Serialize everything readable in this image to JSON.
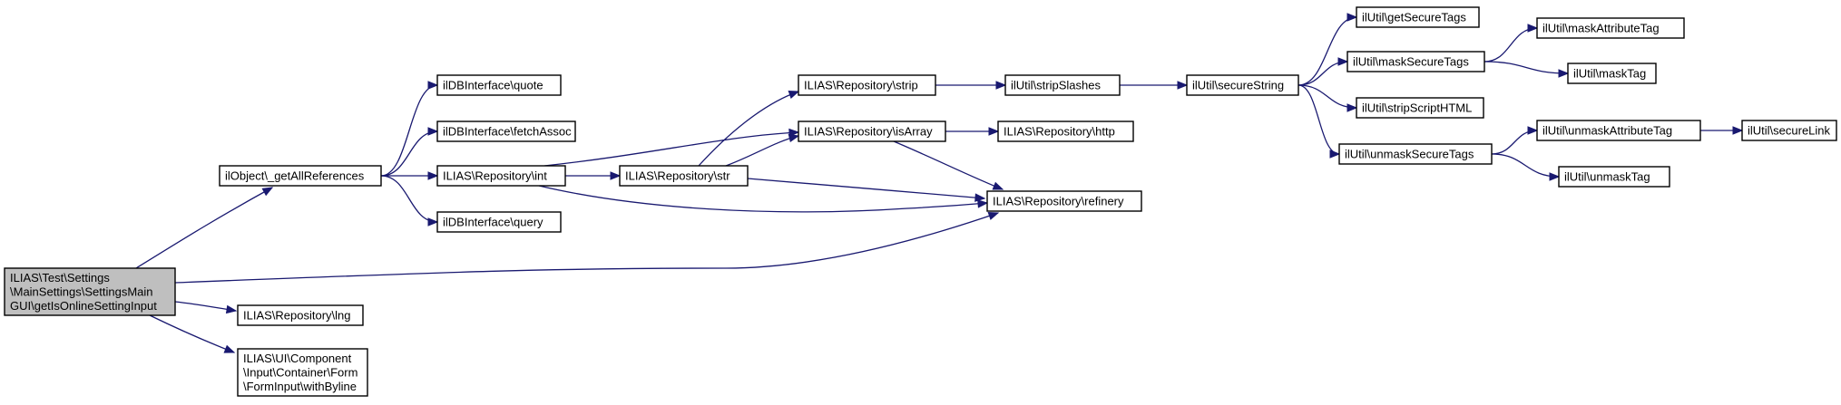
{
  "diagram": {
    "nodes": [
      {
        "id": "root",
        "lines": [
          "ILIAS\\Test\\Settings",
          "\\MainSettings\\SettingsMain",
          "GUI\\getIsOnlineSettingInput"
        ],
        "root": true
      },
      {
        "id": "getAllReferences",
        "lines": [
          "ilObject\\_getAllReferences"
        ]
      },
      {
        "id": "lng",
        "lines": [
          "ILIAS\\Repository\\lng"
        ]
      },
      {
        "id": "withByline",
        "lines": [
          "ILIAS\\UI\\Component",
          "\\Input\\Container\\Form",
          "\\FormInput\\withByline"
        ]
      },
      {
        "id": "quote",
        "lines": [
          "ilDBInterface\\quote"
        ]
      },
      {
        "id": "fetchAssoc",
        "lines": [
          "ilDBInterface\\fetchAssoc"
        ]
      },
      {
        "id": "int",
        "lines": [
          "ILIAS\\Repository\\int"
        ]
      },
      {
        "id": "query",
        "lines": [
          "ilDBInterface\\query"
        ]
      },
      {
        "id": "str",
        "lines": [
          "ILIAS\\Repository\\str"
        ]
      },
      {
        "id": "strip",
        "lines": [
          "ILIAS\\Repository\\strip"
        ]
      },
      {
        "id": "isArray",
        "lines": [
          "ILIAS\\Repository\\isArray"
        ]
      },
      {
        "id": "refinery",
        "lines": [
          "ILIAS\\Repository\\refinery"
        ]
      },
      {
        "id": "http",
        "lines": [
          "ILIAS\\Repository\\http"
        ]
      },
      {
        "id": "stripSlashes",
        "lines": [
          "ilUtil\\stripSlashes"
        ]
      },
      {
        "id": "secureString",
        "lines": [
          "ilUtil\\secureString"
        ]
      },
      {
        "id": "getSecureTags",
        "lines": [
          "ilUtil\\getSecureTags"
        ]
      },
      {
        "id": "maskSecureTags",
        "lines": [
          "ilUtil\\maskSecureTags"
        ]
      },
      {
        "id": "stripScriptHTML",
        "lines": [
          "ilUtil\\stripScriptHTML"
        ]
      },
      {
        "id": "unmaskSecureTags",
        "lines": [
          "ilUtil\\unmaskSecureTags"
        ]
      },
      {
        "id": "maskAttributeTag",
        "lines": [
          "ilUtil\\maskAttributeTag"
        ]
      },
      {
        "id": "maskTag",
        "lines": [
          "ilUtil\\maskTag"
        ]
      },
      {
        "id": "unmaskAttributeTag",
        "lines": [
          "ilUtil\\unmaskAttributeTag"
        ]
      },
      {
        "id": "unmaskTag",
        "lines": [
          "ilUtil\\unmaskTag"
        ]
      },
      {
        "id": "secureLink",
        "lines": [
          "ilUtil\\secureLink"
        ]
      }
    ],
    "edges": [
      {
        "from": "root",
        "to": "getAllReferences"
      },
      {
        "from": "root",
        "to": "refinery"
      },
      {
        "from": "root",
        "to": "lng"
      },
      {
        "from": "root",
        "to": "withByline"
      },
      {
        "from": "getAllReferences",
        "to": "quote"
      },
      {
        "from": "getAllReferences",
        "to": "fetchAssoc"
      },
      {
        "from": "getAllReferences",
        "to": "int"
      },
      {
        "from": "getAllReferences",
        "to": "query"
      },
      {
        "from": "int",
        "to": "str"
      },
      {
        "from": "int",
        "to": "isArray"
      },
      {
        "from": "int",
        "to": "refinery"
      },
      {
        "from": "str",
        "to": "strip"
      },
      {
        "from": "str",
        "to": "isArray"
      },
      {
        "from": "str",
        "to": "refinery"
      },
      {
        "from": "strip",
        "to": "stripSlashes"
      },
      {
        "from": "isArray",
        "to": "http"
      },
      {
        "from": "isArray",
        "to": "refinery"
      },
      {
        "from": "stripSlashes",
        "to": "secureString"
      },
      {
        "from": "secureString",
        "to": "getSecureTags"
      },
      {
        "from": "secureString",
        "to": "maskSecureTags"
      },
      {
        "from": "secureString",
        "to": "stripScriptHTML"
      },
      {
        "from": "secureString",
        "to": "unmaskSecureTags"
      },
      {
        "from": "maskSecureTags",
        "to": "maskAttributeTag"
      },
      {
        "from": "maskSecureTags",
        "to": "maskTag"
      },
      {
        "from": "unmaskSecureTags",
        "to": "unmaskAttributeTag"
      },
      {
        "from": "unmaskSecureTags",
        "to": "unmaskTag"
      },
      {
        "from": "unmaskAttributeTag",
        "to": "secureLink"
      }
    ],
    "colors": {
      "edge": "#191970",
      "root_fill": "#bfbfbf",
      "node_fill": "#ffffff",
      "node_border": "#000000"
    }
  }
}
